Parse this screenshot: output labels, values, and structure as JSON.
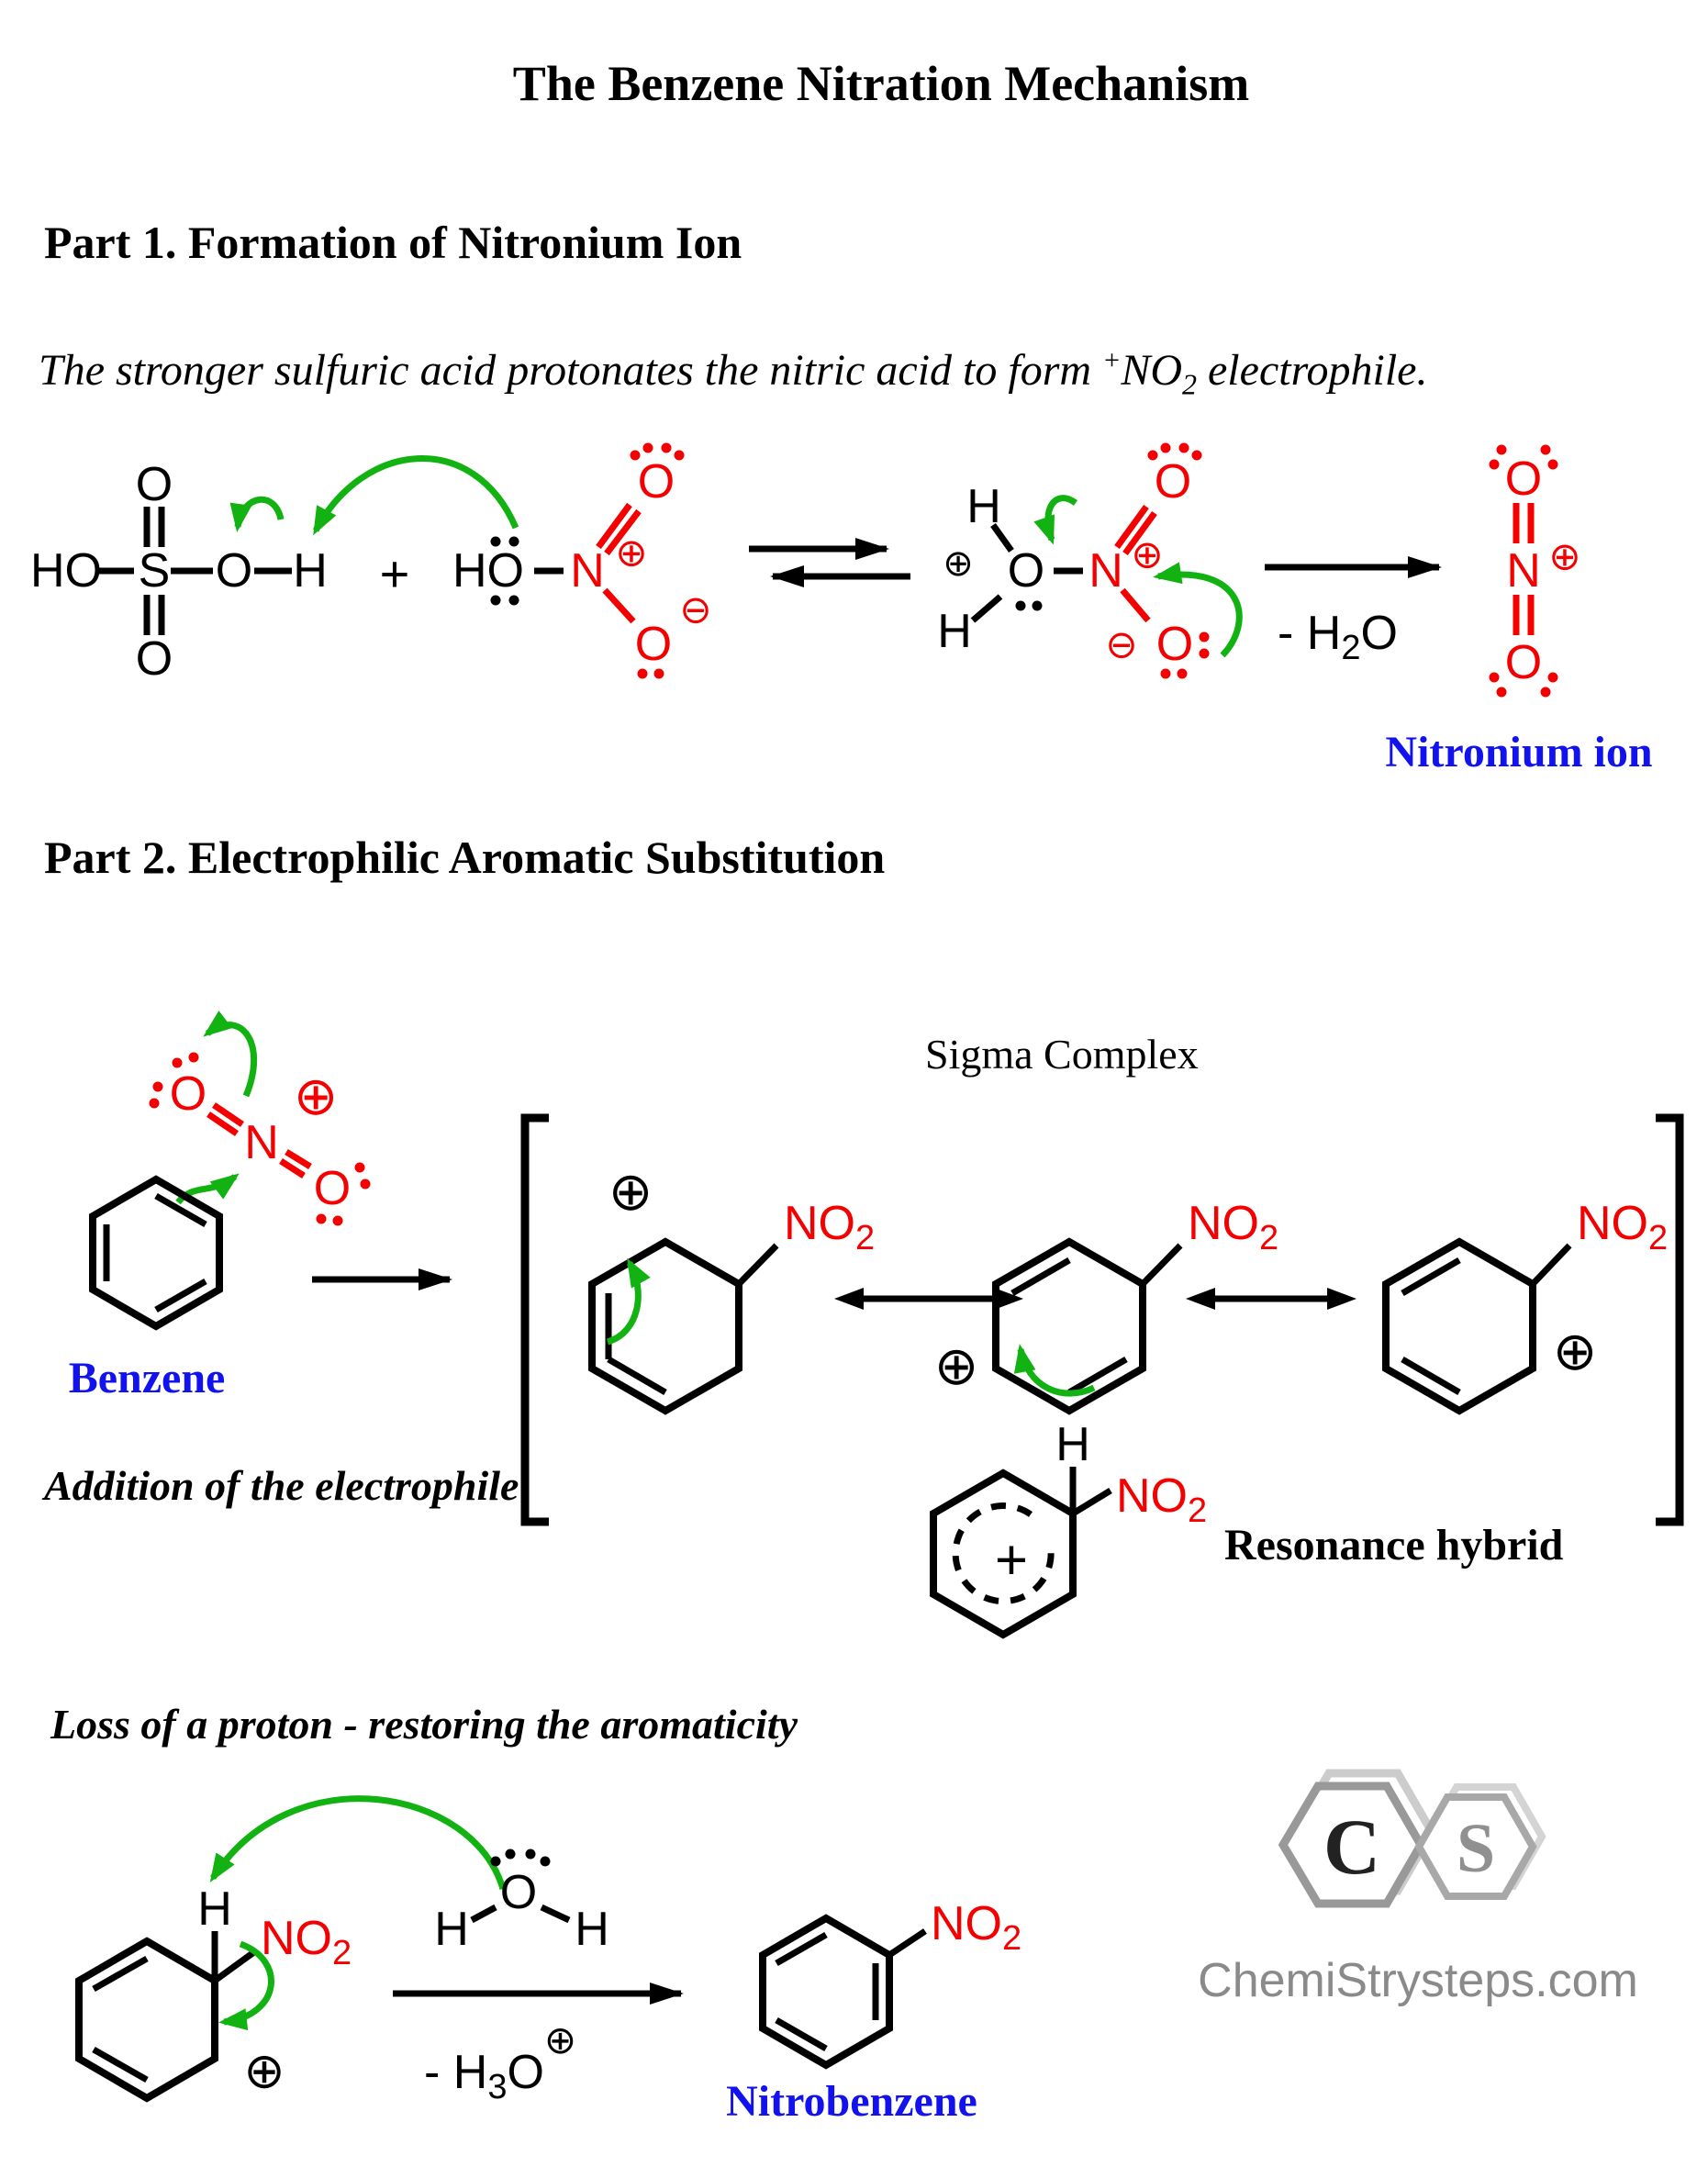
{
  "title": "The Benzene Nitration Mechanism",
  "part1": {
    "heading": "Part 1. Formation of Nitronium Ion",
    "description": {
      "before": "The stronger sulfuric acid protonates the nitric acid to form ",
      "sup": "+",
      "formula": "NO",
      "sub": "2",
      "after": " electrophile."
    },
    "nitronium_label": "Nitronium ion",
    "water_loss": {
      "prefix": "- H",
      "sub": "2",
      "o": "O"
    }
  },
  "part2": {
    "heading": "Part 2. Electrophilic Aromatic Substitution",
    "sigma_complex_label": "Sigma Complex",
    "benzene_label": "Benzene",
    "addition_label": "Addition of the electrophile",
    "resonance_hybrid_label": "Resonance hybrid",
    "loss_label": "Loss of a proton - restoring the aromaticity",
    "nitrobenzene_label": "Nitrobenzene",
    "h3o_loss": {
      "prefix": "- H",
      "sub": "3",
      "o": "O",
      "charge": "⊕"
    }
  },
  "atoms": {
    "h": "H",
    "o": "O",
    "s": "S",
    "n": "N",
    "ho": "HO",
    "no": "NO",
    "two": "2",
    "plus": "+",
    "circled_plus": "⊕",
    "circled_minus": "⊖"
  },
  "footer": {
    "logo_c": "C",
    "logo_s": "S",
    "site": "ChemiStrysteps.com"
  },
  "colors": {
    "structure_black": "#000000",
    "heteroatom_red": "#f50000",
    "electron_arrow_green": "#12b212",
    "label_blue": "#1212ee",
    "watermark_gray": "#8a8a8a"
  }
}
